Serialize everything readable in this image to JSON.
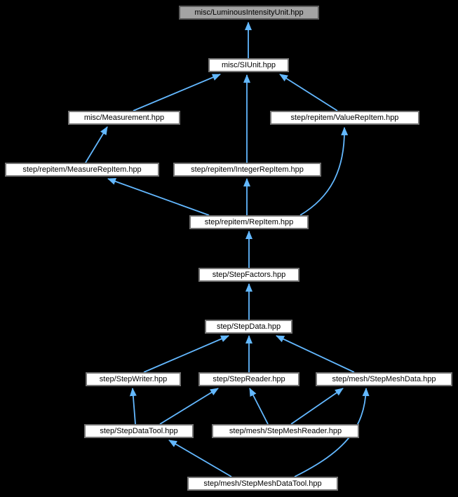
{
  "graph": {
    "title": "include dependency graph",
    "background_color": "#000000",
    "edge_color": "#63b8ff",
    "node_fill_color": "#ffffff",
    "node_border_color": "#757575",
    "highlight_fill_color": "#a3a3a3",
    "text_color": "#000000",
    "nodes": [
      {
        "id": "luminous-intensity-unit",
        "label": "misc/LuminousIntensityUnit.hpp",
        "highlighted": true
      },
      {
        "id": "siunit",
        "label": "misc/SIUnit.hpp",
        "highlighted": false
      },
      {
        "id": "measurement",
        "label": "misc/Measurement.hpp",
        "highlighted": false
      },
      {
        "id": "value-rep-item",
        "label": "step/repitem/ValueRepItem.hpp",
        "highlighted": false
      },
      {
        "id": "measure-rep-item",
        "label": "step/repitem/MeasureRepItem.hpp",
        "highlighted": false
      },
      {
        "id": "integer-rep-item",
        "label": "step/repitem/IntegerRepItem.hpp",
        "highlighted": false
      },
      {
        "id": "rep-item",
        "label": "step/repitem/RepItem.hpp",
        "highlighted": false
      },
      {
        "id": "step-factors",
        "label": "step/StepFactors.hpp",
        "highlighted": false
      },
      {
        "id": "step-data",
        "label": "step/StepData.hpp",
        "highlighted": false
      },
      {
        "id": "step-writer",
        "label": "step/StepWriter.hpp",
        "highlighted": false
      },
      {
        "id": "step-reader",
        "label": "step/StepReader.hpp",
        "highlighted": false
      },
      {
        "id": "step-mesh-data",
        "label": "step/mesh/StepMeshData.hpp",
        "highlighted": false
      },
      {
        "id": "step-data-tool",
        "label": "step/StepDataTool.hpp",
        "highlighted": false
      },
      {
        "id": "step-mesh-reader",
        "label": "step/mesh/StepMeshReader.hpp",
        "highlighted": false
      },
      {
        "id": "step-mesh-data-tool",
        "label": "step/mesh/StepMeshDataTool.hpp",
        "highlighted": false
      }
    ],
    "edges": [
      {
        "from": "misc/SIUnit.hpp",
        "to": "misc/LuminousIntensityUnit.hpp"
      },
      {
        "from": "misc/Measurement.hpp",
        "to": "misc/SIUnit.hpp"
      },
      {
        "from": "step/repitem/IntegerRepItem.hpp",
        "to": "misc/SIUnit.hpp"
      },
      {
        "from": "step/repitem/ValueRepItem.hpp",
        "to": "misc/SIUnit.hpp"
      },
      {
        "from": "step/repitem/MeasureRepItem.hpp",
        "to": "misc/Measurement.hpp"
      },
      {
        "from": "step/repitem/RepItem.hpp",
        "to": "step/repitem/MeasureRepItem.hpp"
      },
      {
        "from": "step/repitem/RepItem.hpp",
        "to": "step/repitem/IntegerRepItem.hpp"
      },
      {
        "from": "step/repitem/RepItem.hpp",
        "to": "step/repitem/ValueRepItem.hpp"
      },
      {
        "from": "step/StepFactors.hpp",
        "to": "step/repitem/RepItem.hpp"
      },
      {
        "from": "step/StepData.hpp",
        "to": "step/StepFactors.hpp"
      },
      {
        "from": "step/StepWriter.hpp",
        "to": "step/StepData.hpp"
      },
      {
        "from": "step/StepReader.hpp",
        "to": "step/StepData.hpp"
      },
      {
        "from": "step/mesh/StepMeshData.hpp",
        "to": "step/StepData.hpp"
      },
      {
        "from": "step/StepDataTool.hpp",
        "to": "step/StepWriter.hpp"
      },
      {
        "from": "step/StepDataTool.hpp",
        "to": "step/StepReader.hpp"
      },
      {
        "from": "step/mesh/StepMeshReader.hpp",
        "to": "step/StepReader.hpp"
      },
      {
        "from": "step/mesh/StepMeshReader.hpp",
        "to": "step/mesh/StepMeshData.hpp"
      },
      {
        "from": "step/mesh/StepMeshDataTool.hpp",
        "to": "step/StepDataTool.hpp"
      },
      {
        "from": "step/mesh/StepMeshDataTool.hpp",
        "to": "step/mesh/StepMeshData.hpp"
      }
    ]
  }
}
